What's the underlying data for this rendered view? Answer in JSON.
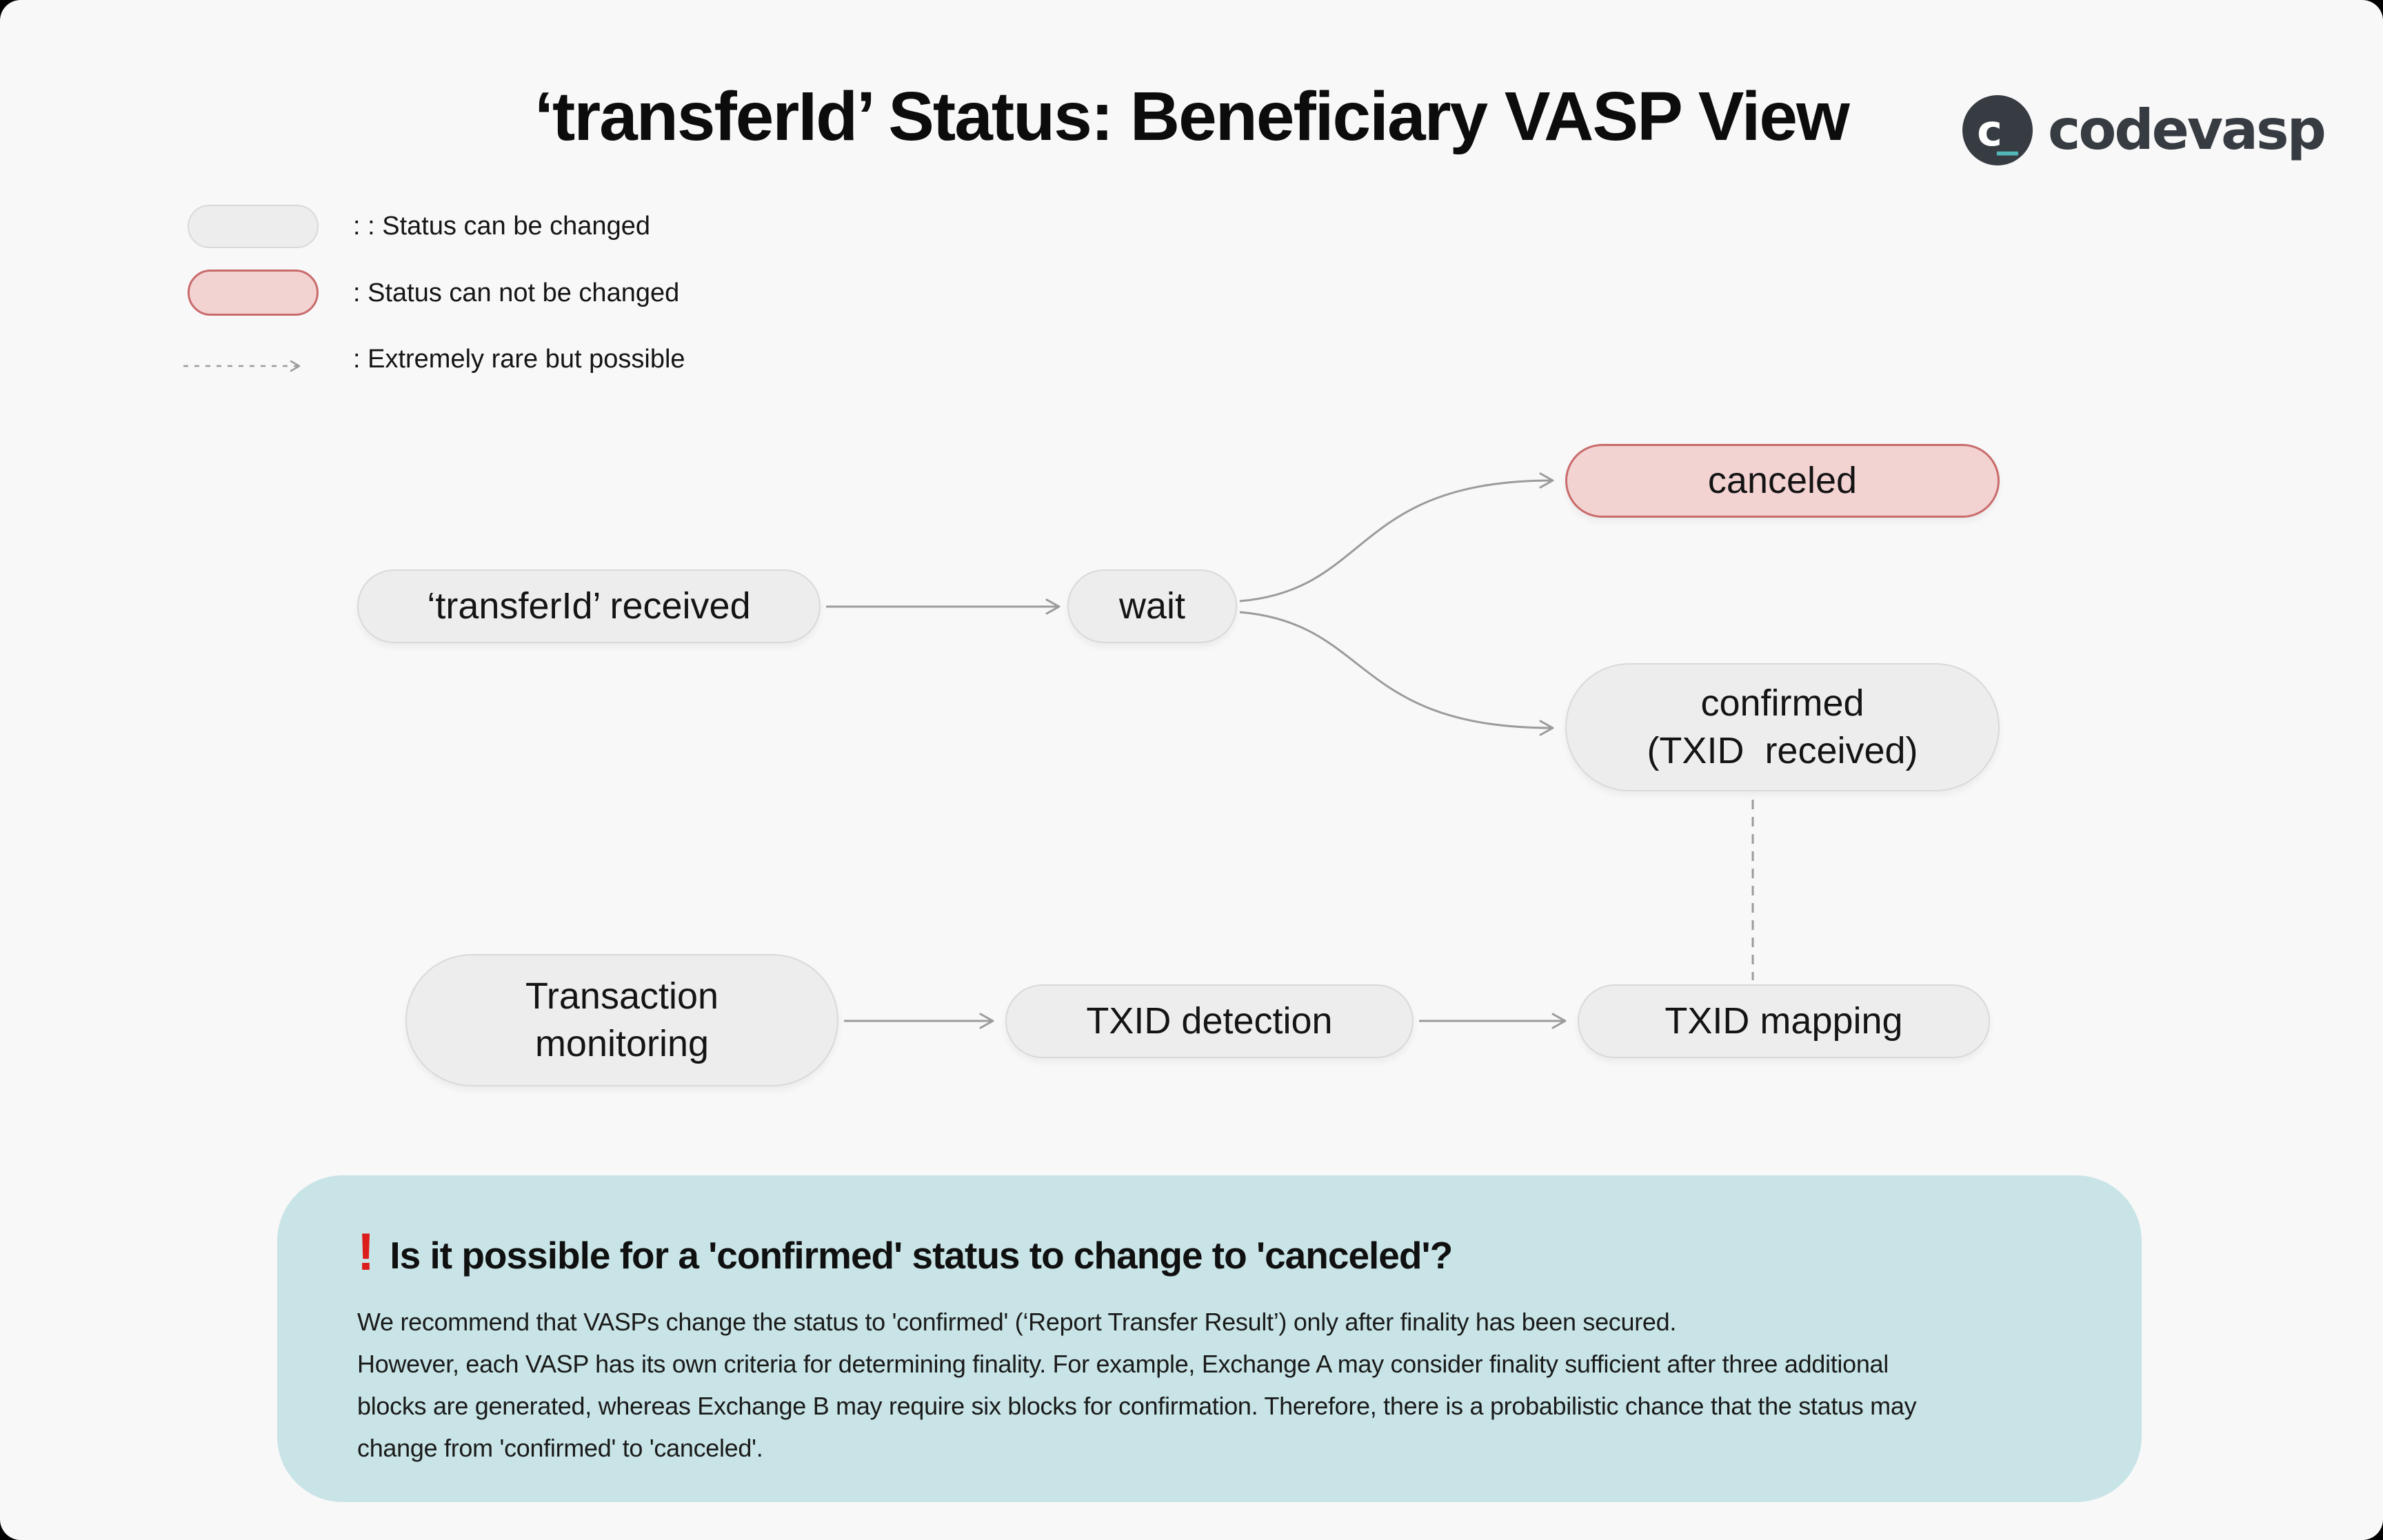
{
  "page": {
    "title": "‘transferId’ Status: Beneficiary VASP View"
  },
  "logo": {
    "mark_letter": "c",
    "mark_underscore": "_",
    "wordmark": "codevasp"
  },
  "legend": {
    "items": [
      {
        "swatch": "gray-pill",
        "label": ": : Status can be changed"
      },
      {
        "swatch": "red-pill",
        "label": ": Status can not be changed"
      },
      {
        "swatch": "dashed-arrow",
        "label": ": Extremely rare but possible"
      }
    ]
  },
  "nodes": {
    "transfer_received": {
      "label": "‘transferId’ received",
      "style": "gray"
    },
    "wait": {
      "label": "wait",
      "style": "gray"
    },
    "canceled": {
      "label": "canceled",
      "style": "red"
    },
    "confirmed": {
      "line1": "confirmed",
      "line2": "(TXID  received)",
      "style": "gray"
    },
    "transaction_monitoring": {
      "line1": "Transaction",
      "line2": "monitoring",
      "style": "gray"
    },
    "txid_detection": {
      "label": "TXID detection",
      "style": "gray"
    },
    "txid_mapping": {
      "label": "TXID mapping",
      "style": "gray"
    }
  },
  "edges": [
    {
      "from": "transfer_received",
      "to": "wait",
      "type": "solid-arrow"
    },
    {
      "from": "wait",
      "to": "canceled",
      "type": "solid-arrow-curved"
    },
    {
      "from": "wait",
      "to": "confirmed",
      "type": "solid-arrow-curved"
    },
    {
      "from": "transaction_monitoring",
      "to": "txid_detection",
      "type": "solid-arrow"
    },
    {
      "from": "txid_detection",
      "to": "txid_mapping",
      "type": "solid-arrow"
    },
    {
      "from": "confirmed",
      "to": "txid_mapping",
      "type": "dashed"
    }
  ],
  "qa": {
    "icon": "!",
    "question": "Is it possible for a 'confirmed' status to change to 'canceled'?",
    "body_lines": [
      "We recommend that VASPs change the status to 'confirmed' (‘Report Transfer Result’) only after finality has been secured.",
      "However, each VASP has its own criteria for determining finality. For example, Exchange A may consider finality sufficient after three additional",
      "blocks are generated, whereas Exchange B may require six blocks for confirmation. Therefore, there is a probabilistic chance that the status may",
      "change from 'confirmed' to 'canceled'."
    ]
  },
  "colors": {
    "bg": "#f8f8f8",
    "frame": "#000000",
    "node_gray_fill": "#ededed",
    "node_gray_border": "#d9d9d9",
    "node_red_fill": "#f3d2d2",
    "node_red_border": "#c96b6b",
    "arrow": "#9b9b9b",
    "qa_box": "#c8e4e6",
    "accent_red": "#dd1c1c",
    "logo_dark": "#373c43",
    "logo_teal": "#52b7b9"
  }
}
